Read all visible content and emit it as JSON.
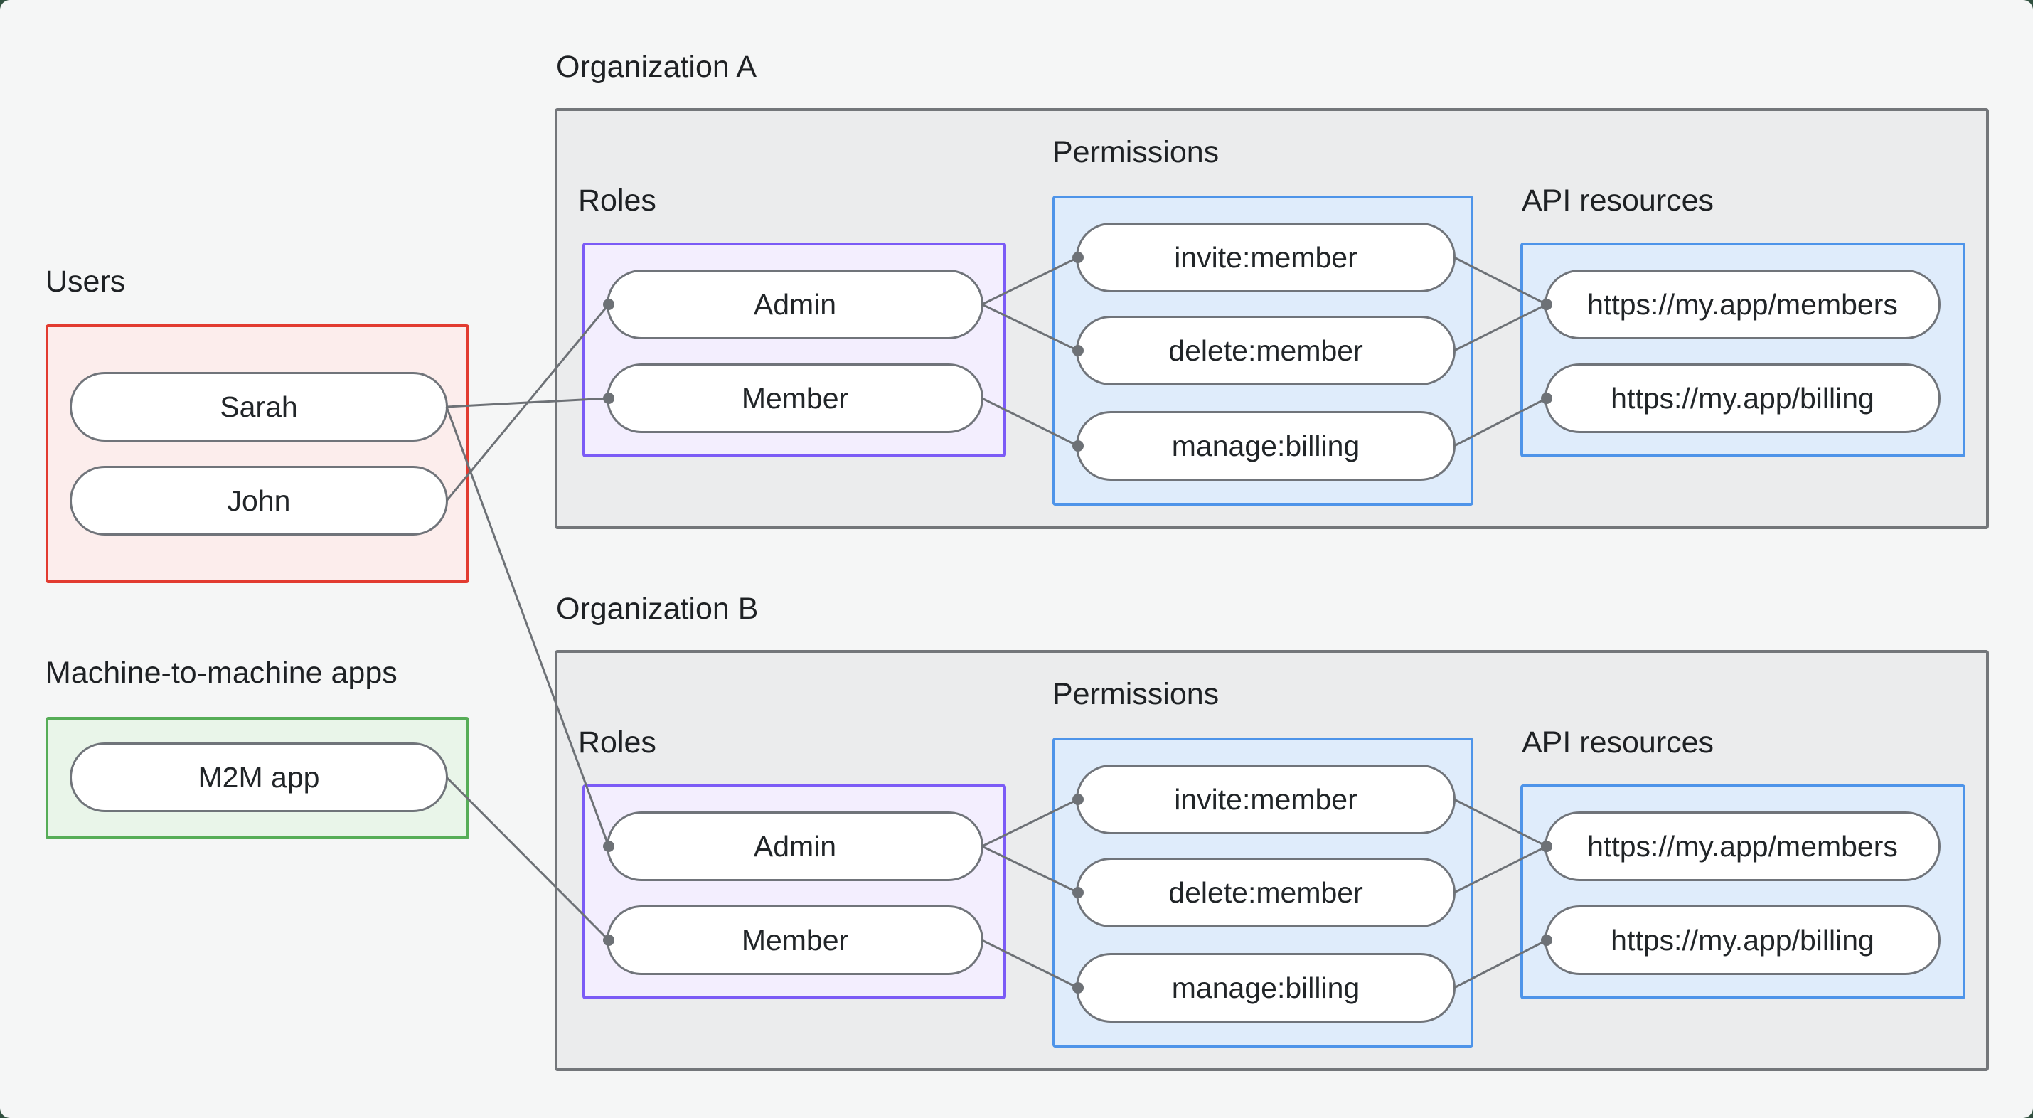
{
  "groups": {
    "users": {
      "label": "Users"
    },
    "m2m": {
      "label": "Machine-to-machine apps"
    }
  },
  "users": [
    {
      "id": "user-sarah",
      "label": "Sarah"
    },
    {
      "id": "user-john",
      "label": "John"
    }
  ],
  "m2m_apps": [
    {
      "id": "m2m-app",
      "label": "M2M app"
    }
  ],
  "organizations": [
    {
      "id": "org-a",
      "title": "Organization A",
      "roles_label": "Roles",
      "permissions_label": "Permissions",
      "api_label": "API resources",
      "roles": [
        {
          "id": "org-a-role-admin",
          "label": "Admin"
        },
        {
          "id": "org-a-role-member",
          "label": "Member"
        }
      ],
      "permissions": [
        {
          "id": "org-a-perm-invite-member",
          "label": "invite:member"
        },
        {
          "id": "org-a-perm-delete-member",
          "label": "delete:member"
        },
        {
          "id": "org-a-perm-manage-billing",
          "label": "manage:billing"
        }
      ],
      "api_resources": [
        {
          "id": "org-a-api-members",
          "label": "https://my.app/members"
        },
        {
          "id": "org-a-api-billing",
          "label": "https://my.app/billing"
        }
      ]
    },
    {
      "id": "org-b",
      "title": "Organization B",
      "roles_label": "Roles",
      "permissions_label": "Permissions",
      "api_label": "API resources",
      "roles": [
        {
          "id": "org-b-role-admin",
          "label": "Admin"
        },
        {
          "id": "org-b-role-member",
          "label": "Member"
        }
      ],
      "permissions": [
        {
          "id": "org-b-perm-invite-member",
          "label": "invite:member"
        },
        {
          "id": "org-b-perm-delete-member",
          "label": "delete:member"
        },
        {
          "id": "org-b-perm-manage-billing",
          "label": "manage:billing"
        }
      ],
      "api_resources": [
        {
          "id": "org-b-api-members",
          "label": "https://my.app/members"
        },
        {
          "id": "org-b-api-billing",
          "label": "https://my.app/billing"
        }
      ]
    }
  ],
  "connections": [
    {
      "from": "user-sarah",
      "to": "org-a-role-member"
    },
    {
      "from": "user-john",
      "to": "org-a-role-admin"
    },
    {
      "from": "user-sarah",
      "to": "org-b-role-admin"
    },
    {
      "from": "m2m-app",
      "to": "org-b-role-member"
    },
    {
      "from": "org-a-role-admin",
      "to": "org-a-perm-invite-member"
    },
    {
      "from": "org-a-role-admin",
      "to": "org-a-perm-delete-member"
    },
    {
      "from": "org-a-role-member",
      "to": "org-a-perm-manage-billing"
    },
    {
      "from": "org-a-perm-invite-member",
      "to": "org-a-api-members"
    },
    {
      "from": "org-a-perm-delete-member",
      "to": "org-a-api-members"
    },
    {
      "from": "org-a-perm-manage-billing",
      "to": "org-a-api-billing"
    },
    {
      "from": "org-b-role-admin",
      "to": "org-b-perm-invite-member"
    },
    {
      "from": "org-b-role-admin",
      "to": "org-b-perm-delete-member"
    },
    {
      "from": "org-b-role-member",
      "to": "org-b-perm-manage-billing"
    },
    {
      "from": "org-b-perm-invite-member",
      "to": "org-b-api-members"
    },
    {
      "from": "org-b-perm-delete-member",
      "to": "org-b-api-members"
    },
    {
      "from": "org-b-perm-manage-billing",
      "to": "org-b-api-billing"
    }
  ],
  "colors": {
    "connector": "#6d7176",
    "canvas_background": "#f5f6f6",
    "surround_background": "#30503f",
    "org_box_fill": "#ebeced",
    "org_box_border": "#73767a",
    "users_border": "#e23b30",
    "users_fill": "#fcedec",
    "m2m_border": "#56ad57",
    "m2m_fill": "#e9f5e9",
    "roles_border": "#7b5bf6",
    "roles_fill": "#f3eefe",
    "blue_border": "#4e94e9",
    "blue_fill": "#dfecfb",
    "pill_border": "#70747a",
    "text": "#1e2124"
  }
}
